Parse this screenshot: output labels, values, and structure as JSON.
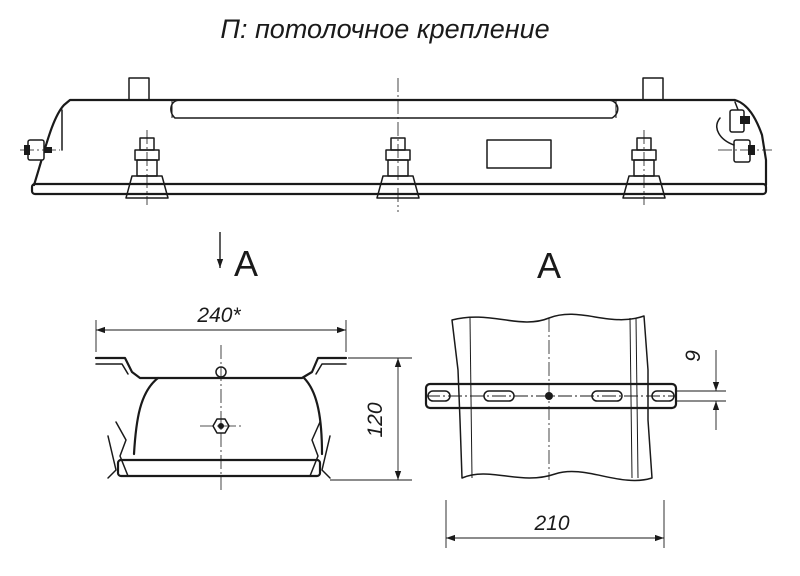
{
  "title": "П: потолочное крепление",
  "view_marker": "A",
  "view_label": "A",
  "dims": {
    "width_240": "240*",
    "height_120": "120",
    "width_210": "210",
    "slot_9": "9"
  }
}
